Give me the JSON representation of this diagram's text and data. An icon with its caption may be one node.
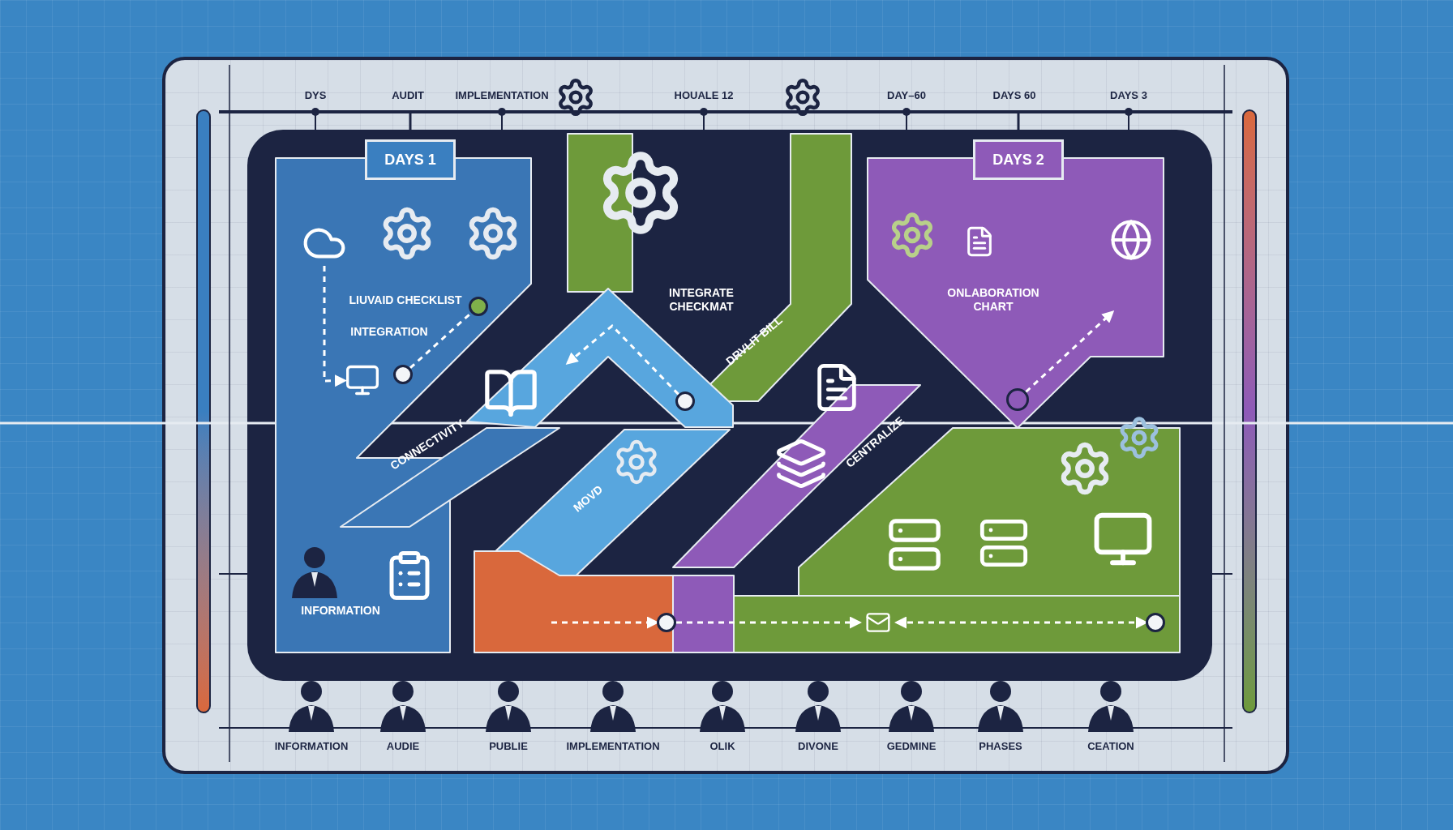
{
  "diagram": {
    "nodes": [
      {
        "text": [
          "DAYS 1"
        ]
      },
      {
        "text": [
          "DAYS 2"
        ]
      },
      {
        "text": [
          "LIUVAID CHECKLIST"
        ]
      },
      {
        "text": [
          "INTEGRATION"
        ]
      },
      {
        "text": [],
        "shape": "picture"
      },
      {
        "text": [
          "INTEGRATE CHECKMAT"
        ]
      },
      {
        "text": [
          "DRVLIT BILL"
        ]
      },
      {
        "text": [
          "ONLABORATION CHART"
        ]
      },
      {
        "text": [
          "MOVD"
        ]
      },
      {
        "text": [
          "INFORMATION"
        ]
      },
      {
        "text": [],
        "shape": "circle"
      },
      {
        "text": [],
        "shape": "circle"
      },
      {
        "text": [],
        "shape": "circle"
      },
      {
        "text": [],
        "shape": "picture"
      },
      {
        "text": [],
        "shape": "circle"
      },
      {
        "text": [],
        "shape": "circle"
      },
      {
        "text": [],
        "shape": "circle",
        "in": 18
      },
      {
        "text": [],
        "shape": "cloud"
      },
      {
        "text": [],
        "shape": "band"
      },
      {
        "text": [],
        "shape": "bar"
      }
    ],
    "edges": [
      {
        "from": 17,
        "to": 4,
        "arrow": "to",
        "style": "dashed"
      },
      {
        "from": 10,
        "to": 11,
        "arrow": "none",
        "style": "dashed"
      },
      {
        "from": null,
        "to": 12,
        "arrow": "to",
        "style": "dashed"
      },
      {
        "from": 12,
        "to": 13,
        "arrow": "to",
        "style": "dashed"
      },
      {
        "from": 13,
        "to": 14,
        "arrow": "both",
        "style": "dashed"
      },
      {
        "from": 15,
        "to": null,
        "arrow": "to",
        "style": "dashed"
      },
      {
        "from": 16,
        "to": 18,
        "arrow": "to",
        "style": "dashed"
      },
      {
        "from": 19,
        "to": 0,
        "arrow": "none",
        "color": "#1c2442"
      },
      {
        "from": 19,
        "to": 1,
        "arrow": "none",
        "color": "#1c2442"
      }
    ],
    "labels": [
      "DYS",
      "AUDIT",
      "IMPLEMENTATION",
      "HOUALE 12",
      "DAY–60",
      "DAYS 60",
      "DAYS 3",
      "INFORMATION",
      "AUDIE",
      "PUBLIE",
      "IMPLEMENTATION",
      "OLIK",
      "DIVONE",
      "GEDMINE",
      "PHASES",
      "CEATION",
      "CONNECTIVITY",
      "CENTRALIZE"
    ]
  }
}
